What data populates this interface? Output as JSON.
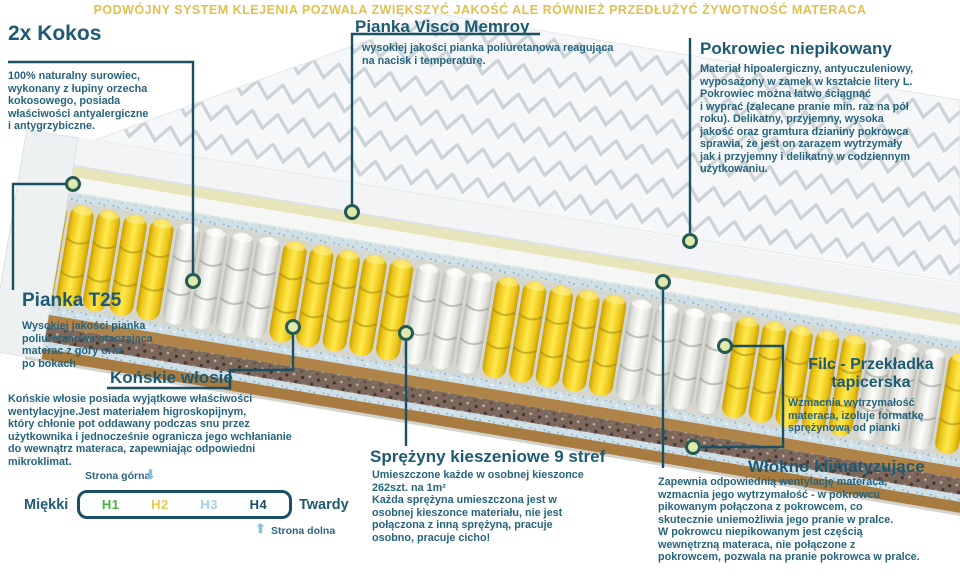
{
  "headline": "PODWÓJNY SYSTEM KLEJENIA POZWALA ZWIĘKSZYĆ JAKOŚĆ ALE RÓWNIEŻ PRZEDŁUŻYĆ ŻYWOTNOŚĆ MATERACA",
  "sections": {
    "kokos": {
      "title": "2x Kokos",
      "body": "100% naturalny surowiec,\nwykonany z łupiny orzecha\nkokosowego, posiada\nwłaściwości antyalergiczne\ni antygrzybiczne."
    },
    "visco": {
      "title": "Pianka Visco Memroy",
      "body": "wysokiej jakości pianka poliuretanowa reagująca\nna nacisk i temperaturę."
    },
    "pokrowiec": {
      "title": "Pokrowiec niepikowany",
      "body": "Materiał hipoalergiczny, antyuczuleniowy,\nwyposażony w zamek w kształcie litery L.\nPokrowiec można łatwo ściągnąć\ni wyprać (zalecane pranie min. raz na pół\nroku). Delikatny, przyjemny, wysoka\njakość oraz gramtura dzianiny pokrowca\nsprawia, że jest on zarazem wytrzymały\njak i przyjemny i delikatny w codziennym\nużytkowaniu."
    },
    "t25": {
      "title": "Pianka T25",
      "body": "Wysokiej jakości pianka\npoliuretanowa otaczająca\nmaterac z góry oraz\npo bokach"
    },
    "konskie": {
      "title": "Końskie włosie",
      "body": "Końskie włosie posiada wyjątkowe właściwości\nwentylacyjne.Jest materiałem higroskopijnym,\nktóry chłonie pot oddawany podczas snu przez\nużytkownika i jednocześnie ogranicza jego wchłanianie\ndo wewnątrz materaca, zapewniając odpowiedni\nmikroklimat."
    },
    "filc": {
      "title": "Filc - Przekładka\ntapicerska",
      "body": "Wzmacnia wytrzymałość\nmateraca, izoluje formatkę\nsprężynową od pianki"
    },
    "sprezyny": {
      "title": "Sprężyny kieszeniowe 9 stref",
      "body": "Umieszczone każde w osobnej kieszonce\n262szt. na 1m²\nKażda sprężyna umieszczona jest w\nosobnej kieszonce materiału, nie jest\npołączona z inną sprężyną, pracuje\nosobno, pracuje cicho!"
    },
    "wlokno": {
      "title": "Włókno klimatyzujące",
      "body": "Zapewnia odpowiednią wentylację materaca,\nwzmacnia jego wytrzymałość - w pokrowcu\npikowanym połączona z pokrowcem, co\nskutecznie uniemożliwia jego pranie w pralce.\nW pokrowcu niepikowanym jest częścią\nwewnętrzną materaca, nie połączone z\npokrowcem, pozwala na pranie pokrowca w pralce."
    }
  },
  "scale": {
    "left_label": "Miękki",
    "right_label": "Twardy",
    "levels": [
      {
        "label": "H1",
        "color": "#45b13a"
      },
      {
        "label": "H2",
        "color": "#e7c94d"
      },
      {
        "label": "H3",
        "color": "#a7d0e4"
      },
      {
        "label": "H4",
        "color": "#1c4f66"
      }
    ],
    "top_note": "Strona górna",
    "bottom_note": "Strona dolna",
    "top_arrow": "⬇",
    "bottom_arrow": "⬆"
  },
  "colors": {
    "headline_gold": "#e2c04f",
    "title_navy": "#1d5a73",
    "body_navy": "#26647e",
    "callout_line": "#1b4f63",
    "marker_fill": "#dfe9ac",
    "marker_ring": "#265a54",
    "spring_yellow": "#ffe94f",
    "frame_brown": "#b08448"
  }
}
